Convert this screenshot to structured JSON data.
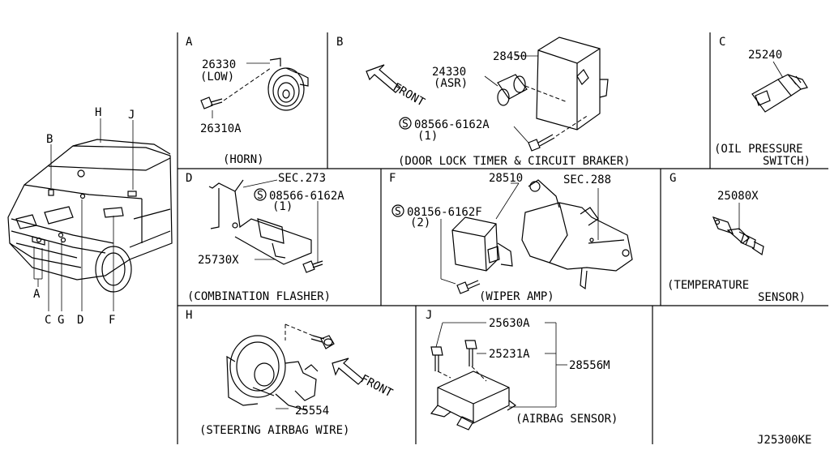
{
  "overview": {
    "letters": {
      "a": "A",
      "b": "B",
      "c": "C",
      "d": "D",
      "f": "F",
      "g": "G",
      "h": "H",
      "j": "J"
    }
  },
  "panels": {
    "A": {
      "letter": "A",
      "part1": "26330",
      "part1_sub": "(LOW)",
      "part2": "26310A",
      "caption": "(HORN)"
    },
    "B": {
      "letter": "B",
      "part1": "28450",
      "part2": "24330",
      "part2_sub": "(ASR)",
      "part3": "08566-6162A",
      "part3_qty": "(1)",
      "front": "FRONT",
      "caption": "(DOOR LOCK TIMER & CIRCUIT BRAKER)"
    },
    "C": {
      "letter": "C",
      "part1": "25240",
      "caption1": "(OIL PRESSURE",
      "caption2": "SWITCH)"
    },
    "D": {
      "letter": "D",
      "sec": "SEC.273",
      "part1": "08566-6162A",
      "part1_qty": "(1)",
      "part2": "25730X",
      "caption": "(COMBINATION FLASHER)"
    },
    "F": {
      "letter": "F",
      "part1": "28510",
      "sec": "SEC.288",
      "part2": "08156-6162F",
      "part2_qty": "(2)",
      "caption": "(WIPER AMP)"
    },
    "G": {
      "letter": "G",
      "part1": "25080X",
      "caption1": "(TEMPERATURE",
      "caption2": "SENSOR)"
    },
    "H": {
      "letter": "H",
      "part1": "25554",
      "front": "FRONT",
      "caption": "(STEERING AIRBAG WIRE)"
    },
    "J": {
      "letter": "J",
      "part1": "25630A",
      "part2": "25231A",
      "part3": "28556M",
      "caption": "(AIRBAG SENSOR)"
    }
  },
  "screw_symbol": "S",
  "drawing_code": "J25300KE"
}
